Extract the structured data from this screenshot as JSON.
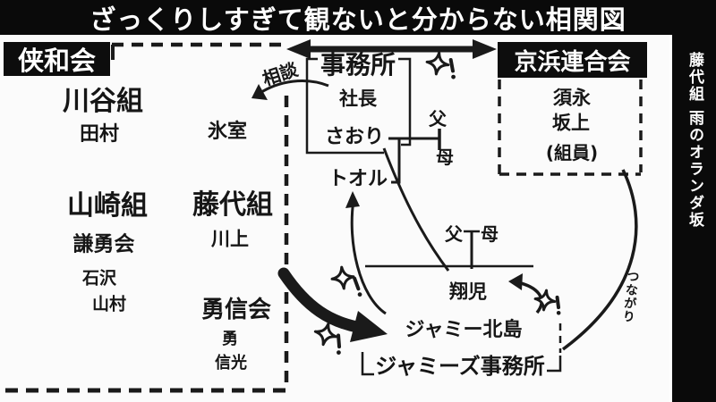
{
  "title": "ざっくりしすぎて観ないと分からない相関図",
  "sidebar": {
    "caption": "藤代組 雨のオランダ坂"
  },
  "kyowakai": {
    "label": "侠和会",
    "kawatani": {
      "label": "川谷組",
      "tamura": "田村",
      "himuro": "氷室"
    },
    "yamazaki": {
      "label": "山崎組",
      "kenyukai": "謙勇会",
      "ishizawa": "石沢",
      "yamamura": "山村"
    },
    "fujishiro": {
      "label": "藤代組",
      "kawakami": "川上"
    },
    "yushinkai": {
      "label": "勇信会",
      "yu": "勇",
      "nobumitsu": "信光"
    }
  },
  "office": {
    "label": "事務所",
    "president": "社長",
    "saori": "さおり",
    "toru": "トオル",
    "father": "父",
    "mother": "母"
  },
  "keihin": {
    "label": "京浜連合会",
    "sunaga": "須永",
    "sakagami": "坂上",
    "member": "(組員)"
  },
  "shoji_family": {
    "father": "父",
    "mother": "母",
    "shoji": "翔児"
  },
  "jamie": {
    "name": "ジャミー北島",
    "office": "ジャミーズ事務所"
  },
  "annotations": {
    "sodan": "相談",
    "tsunagari": "つながり"
  },
  "colors": {
    "ink": "#1a1a1a",
    "background": "#fbfbfb",
    "panel": "#0a0a0a",
    "panel_text": "#ffffff"
  }
}
